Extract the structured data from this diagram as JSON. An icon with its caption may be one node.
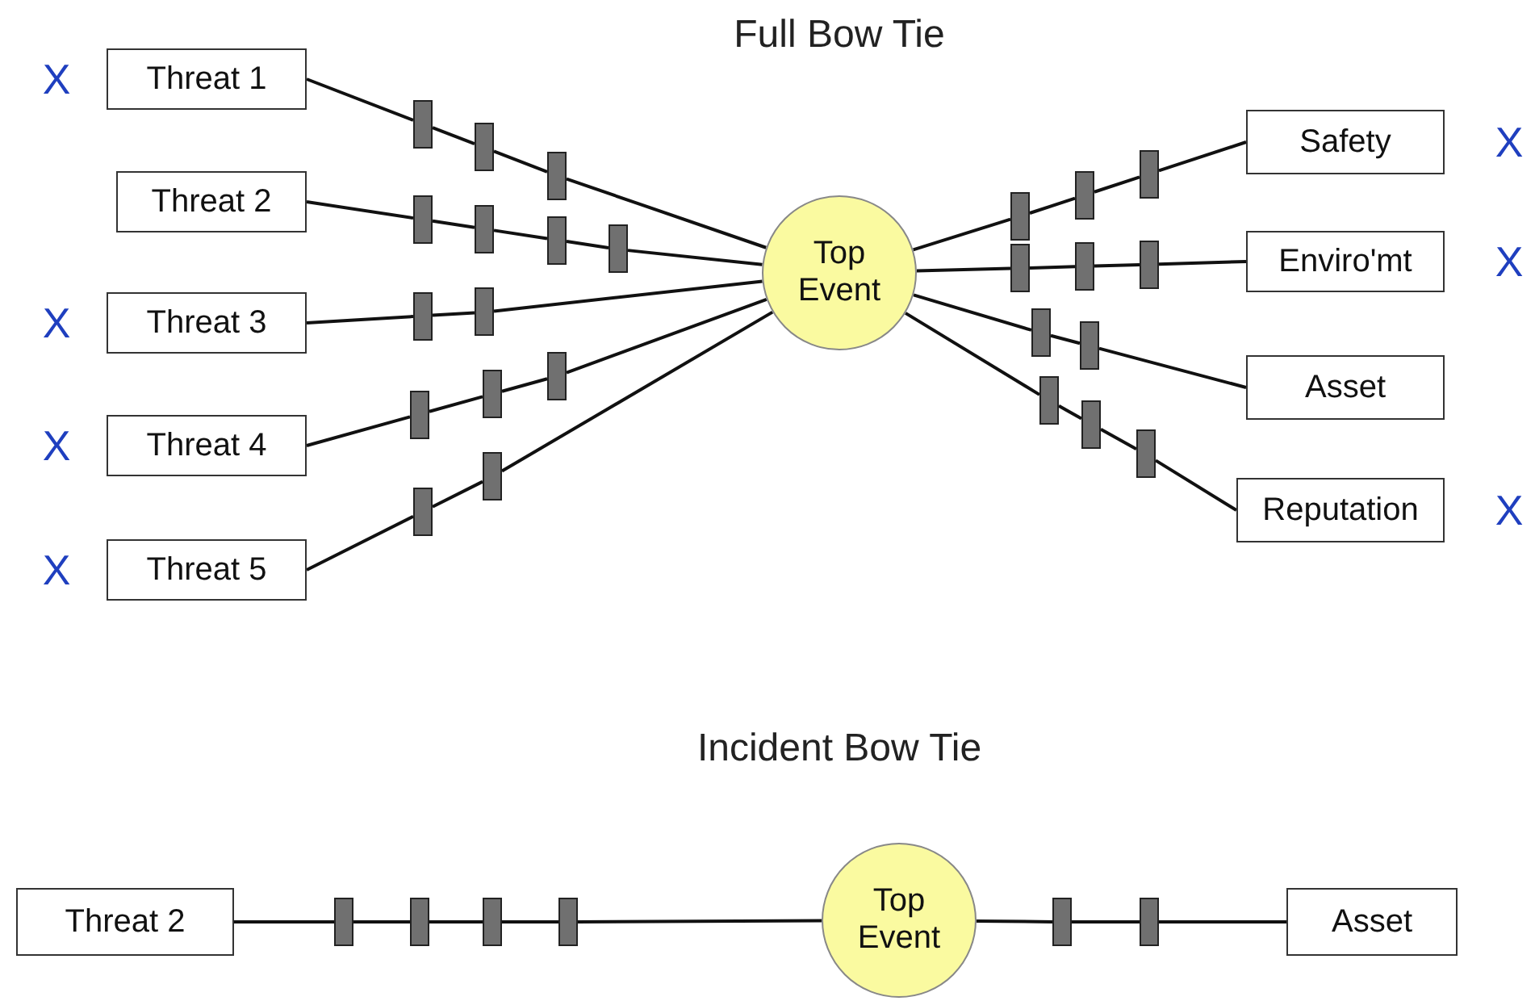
{
  "diagram": {
    "nodes": [
      {
        "text": [
          "Threat 1"
        ],
        "beside": [
          "X"
        ]
      },
      {
        "text": [
          "Threat 2"
        ]
      },
      {
        "text": [
          "Threat 3"
        ],
        "beside": [
          "X"
        ]
      },
      {
        "text": [
          "Threat 4"
        ],
        "beside": [
          "X"
        ]
      },
      {
        "text": [
          "Threat 5"
        ],
        "beside": [
          "X"
        ]
      },
      {
        "text": [
          "Top Event"
        ]
      },
      {
        "text": [
          "Safety"
        ],
        "beside": [
          "X"
        ]
      },
      {
        "text": [
          "Enviro'mt"
        ],
        "beside": [
          "X"
        ]
      },
      {
        "text": [
          "Asset"
        ]
      },
      {
        "text": [
          "Reputation"
        ],
        "beside": [
          "X"
        ]
      },
      {
        "text": [],
        "shape": "bar"
      },
      {
        "text": [],
        "shape": "bar"
      },
      {
        "text": [],
        "shape": "bar"
      },
      {
        "text": [],
        "shape": "bar"
      },
      {
        "text": [],
        "shape": "bar"
      },
      {
        "text": [],
        "shape": "bar"
      },
      {
        "text": [],
        "shape": "bar"
      },
      {
        "text": [],
        "shape": "bar"
      },
      {
        "text": [],
        "shape": "bar"
      },
      {
        "text": [],
        "shape": "bar"
      },
      {
        "text": [],
        "shape": "bar"
      },
      {
        "text": [],
        "shape": "bar"
      },
      {
        "text": [],
        "shape": "bar"
      },
      {
        "text": [],
        "shape": "bar"
      },
      {
        "text": [],
        "shape": "bar"
      },
      {
        "text": [],
        "shape": "bar"
      },
      {
        "text": [],
        "shape": "bar"
      },
      {
        "text": [],
        "shape": "bar"
      },
      {
        "text": [],
        "shape": "bar"
      },
      {
        "text": [],
        "shape": "bar"
      },
      {
        "text": [],
        "shape": "bar"
      },
      {
        "text": [],
        "shape": "bar"
      },
      {
        "text": [],
        "shape": "bar"
      },
      {
        "text": [],
        "shape": "bar"
      },
      {
        "text": [],
        "shape": "bar"
      },
      {
        "text": [
          "Threat 2"
        ]
      },
      {
        "text": [
          "Top Event"
        ]
      },
      {
        "text": [
          "Asset"
        ]
      },
      {
        "text": [],
        "shape": "bar"
      },
      {
        "text": [],
        "shape": "bar"
      },
      {
        "text": [],
        "shape": "bar"
      },
      {
        "text": [],
        "shape": "bar"
      },
      {
        "text": [],
        "shape": "bar"
      },
      {
        "text": [],
        "shape": "bar"
      }
    ],
    "edges": [
      {
        "from": 0,
        "to": 10,
        "arrow": "none"
      },
      {
        "from": 10,
        "to": 11,
        "arrow": "none"
      },
      {
        "from": 11,
        "to": 12,
        "arrow": "none"
      },
      {
        "from": 12,
        "to": 5,
        "arrow": "none"
      },
      {
        "from": 1,
        "to": 13,
        "arrow": "none"
      },
      {
        "from": 13,
        "to": 14,
        "arrow": "none"
      },
      {
        "from": 14,
        "to": 15,
        "arrow": "none"
      },
      {
        "from": 15,
        "to": 16,
        "arrow": "none"
      },
      {
        "from": 16,
        "to": 5,
        "arrow": "none"
      },
      {
        "from": 2,
        "to": 17,
        "arrow": "none"
      },
      {
        "from": 17,
        "to": 18,
        "arrow": "none"
      },
      {
        "from": 18,
        "to": 5,
        "arrow": "none"
      },
      {
        "from": 3,
        "to": 19,
        "arrow": "none"
      },
      {
        "from": 19,
        "to": 20,
        "arrow": "none"
      },
      {
        "from": 20,
        "to": 21,
        "arrow": "none"
      },
      {
        "from": 21,
        "to": 5,
        "arrow": "none"
      },
      {
        "from": 4,
        "to": 22,
        "arrow": "none"
      },
      {
        "from": 22,
        "to": 23,
        "arrow": "none"
      },
      {
        "from": 23,
        "to": 5,
        "arrow": "none"
      },
      {
        "from": 5,
        "to": 24,
        "arrow": "none"
      },
      {
        "from": 24,
        "to": 25,
        "arrow": "none"
      },
      {
        "from": 25,
        "to": 26,
        "arrow": "none"
      },
      {
        "from": 26,
        "to": 6,
        "arrow": "none"
      },
      {
        "from": 5,
        "to": 27,
        "arrow": "none"
      },
      {
        "from": 27,
        "to": 28,
        "arrow": "none"
      },
      {
        "from": 28,
        "to": 29,
        "arrow": "none"
      },
      {
        "from": 29,
        "to": 7,
        "arrow": "none"
      },
      {
        "from": 5,
        "to": 30,
        "arrow": "none"
      },
      {
        "from": 30,
        "to": 31,
        "arrow": "none"
      },
      {
        "from": 31,
        "to": 8,
        "arrow": "none"
      },
      {
        "from": 5,
        "to": 32,
        "arrow": "none"
      },
      {
        "from": 32,
        "to": 33,
        "arrow": "none"
      },
      {
        "from": 33,
        "to": 34,
        "arrow": "none"
      },
      {
        "from": 34,
        "to": 9,
        "arrow": "none"
      },
      {
        "from": 35,
        "to": 38,
        "arrow": "none"
      },
      {
        "from": 38,
        "to": 39,
        "arrow": "none"
      },
      {
        "from": 39,
        "to": 40,
        "arrow": "none"
      },
      {
        "from": 40,
        "to": 41,
        "arrow": "none"
      },
      {
        "from": 41,
        "to": 36,
        "arrow": "none"
      },
      {
        "from": 36,
        "to": 42,
        "arrow": "none"
      },
      {
        "from": 42,
        "to": 43,
        "arrow": "none"
      },
      {
        "from": 43,
        "to": 37,
        "arrow": "none"
      }
    ],
    "labels": [
      "Full Bow Tie",
      "Incident Bow Tie"
    ]
  }
}
